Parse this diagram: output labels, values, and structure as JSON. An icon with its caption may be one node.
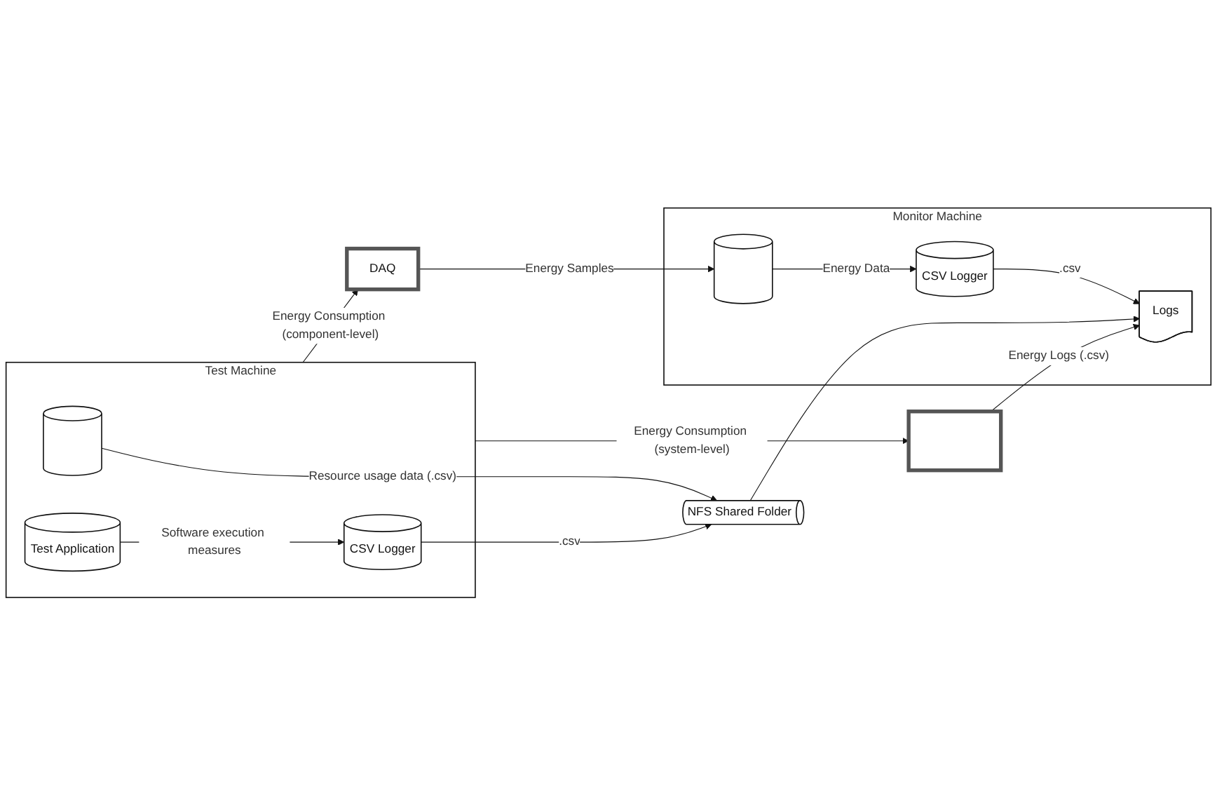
{
  "diagram": {
    "nodes": [
      {
        "text": [
          "Test Machine"
        ]
      },
      {
        "text": [],
        "shape": "cylinder",
        "in": 0
      },
      {
        "text": [
          "Test Application"
        ],
        "in": 0
      },
      {
        "text": [
          "CSV Logger"
        ],
        "in": 0
      },
      {
        "text": [
          "NFS Shared Folder"
        ]
      },
      {
        "text": [
          "Monitor Machine"
        ]
      },
      {
        "text": [
          "Logs"
        ],
        "in": 5
      },
      {
        "text": [
          "CSV Logger"
        ],
        "in": 5
      },
      {
        "text": [],
        "shape": "cylinder",
        "in": 5
      },
      {
        "text": [],
        "shape": "box"
      },
      {
        "text": [
          "DAQ"
        ]
      }
    ],
    "edges": [
      {
        "from": 1,
        "to": 4,
        "arrow": "to",
        "label": "Resource usage data (.csv)"
      },
      {
        "from": 2,
        "to": 3,
        "arrow": "to",
        "label": "Software execution measures"
      },
      {
        "from": 3,
        "to": 4,
        "arrow": "to",
        "label": ".csv"
      },
      {
        "from": 4,
        "to": 6,
        "arrow": "to"
      },
      {
        "from": 7,
        "to": 6,
        "arrow": "to",
        "label": ".csv"
      },
      {
        "from": 8,
        "to": 7,
        "arrow": "to",
        "label": "Energy Data"
      },
      {
        "from": 0,
        "to": 9,
        "arrow": "to",
        "label": "Energy Consumption (system-level)"
      },
      {
        "from": 0,
        "to": 10,
        "arrow": "to",
        "label": "Energy Consumption (component-level)"
      },
      {
        "from": 10,
        "to": 8,
        "arrow": "to",
        "label": "Energy Samples"
      },
      {
        "from": 9,
        "to": 6,
        "arrow": "to",
        "label": "Energy Logs (.csv)"
      }
    ]
  }
}
